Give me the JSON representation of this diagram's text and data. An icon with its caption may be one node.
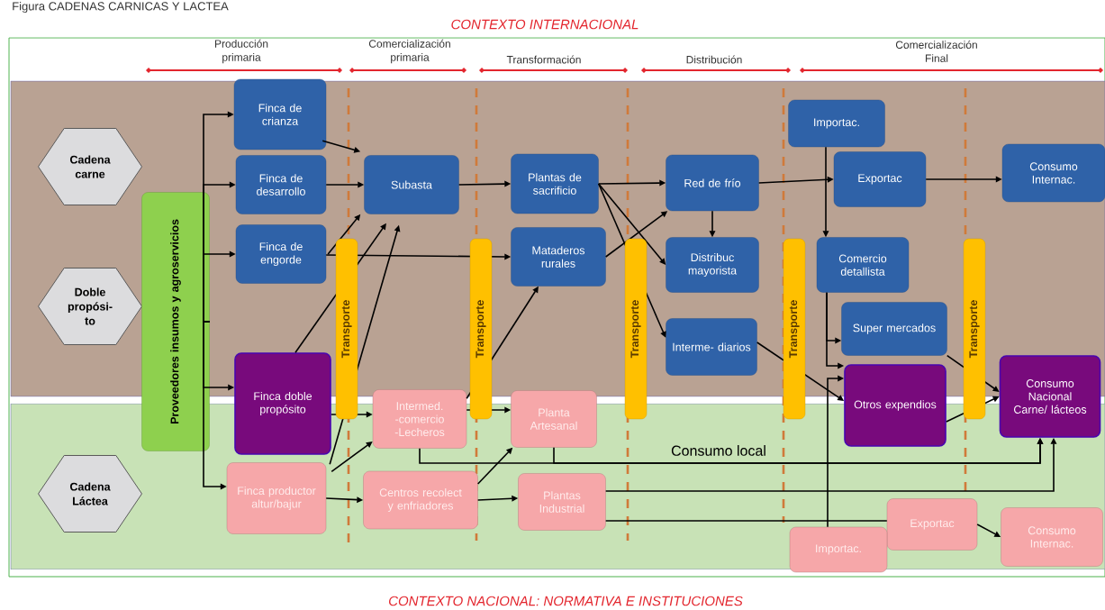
{
  "diagram": {
    "title": "Figura CADENAS CARNICAS Y LACTEA",
    "nodes": [
      {
        "text": [
          "Cadena carne"
        ]
      },
      {
        "text": [
          "Doble propósi- to"
        ]
      },
      {
        "text": [
          "Cadena Láctea"
        ]
      },
      {
        "text": [
          "Proveedores insumos y agroservicios"
        ]
      },
      {
        "text": [
          "Finca de crianza"
        ]
      },
      {
        "text": [
          "Finca de desarrollo"
        ]
      },
      {
        "text": [
          "Finca de engorde"
        ]
      },
      {
        "text": [
          "Finca doble propósito"
        ]
      },
      {
        "text": [
          "Finca productor altur/bajur"
        ]
      },
      {
        "text": [
          "Subasta"
        ]
      },
      {
        "text": [
          "Intermed. -comercio -Lecheros"
        ]
      },
      {
        "text": [
          "Centros recolect y enfriadores"
        ]
      },
      {
        "text": [
          "Plantas de sacrificio"
        ]
      },
      {
        "text": [
          "Mataderos rurales"
        ]
      },
      {
        "text": [
          "Planta Artesanal"
        ]
      },
      {
        "text": [
          "Plantas Industrial"
        ]
      },
      {
        "text": [
          "Red de frío"
        ]
      },
      {
        "text": [
          "Distribuc mayorista"
        ]
      },
      {
        "text": [
          "Interme- diarios"
        ]
      },
      {
        "text": [
          "Importac."
        ]
      },
      {
        "text": [
          "Exportac"
        ]
      },
      {
        "text": [
          "Comercio detallista"
        ]
      },
      {
        "text": [
          "Super mercados"
        ]
      },
      {
        "text": [
          "Otros expendios"
        ]
      },
      {
        "text": [
          "Consumo Internac."
        ]
      },
      {
        "text": [
          "Consumo Nacional Carne/ lácteos"
        ]
      },
      {
        "text": [
          "Exportac"
        ]
      },
      {
        "text": [
          "Consumo Internac."
        ]
      },
      {
        "text": [
          "Importac."
        ]
      }
    ],
    "edges": [
      {
        "from": 3,
        "to": 4,
        "arrow": "to"
      },
      {
        "from": 3,
        "to": 5,
        "arrow": "to"
      },
      {
        "from": 3,
        "to": 6,
        "arrow": "to"
      },
      {
        "from": 3,
        "to": 7,
        "arrow": "to"
      },
      {
        "from": 3,
        "to": 8,
        "arrow": "to"
      },
      {
        "from": 4,
        "to": 9,
        "arrow": "to"
      },
      {
        "from": 5,
        "to": 9,
        "arrow": "to"
      },
      {
        "from": 6,
        "to": 9,
        "arrow": "to"
      },
      {
        "from": 6,
        "to": 13,
        "arrow": "to"
      },
      {
        "from": 7,
        "to": 9,
        "arrow": "to"
      },
      {
        "from": 8,
        "to": 9,
        "arrow": "to"
      },
      {
        "from": 8,
        "to": 10,
        "arrow": "to"
      },
      {
        "from": 8,
        "to": 11,
        "arrow": "to"
      },
      {
        "from": 7,
        "to": 10,
        "arrow": "to"
      },
      {
        "from": 9,
        "to": 12,
        "arrow": "to"
      },
      {
        "from": 10,
        "to": 14,
        "arrow": "to"
      },
      {
        "from": 10,
        "to": 13,
        "arrow": "to"
      },
      {
        "from": 10,
        "to": 25,
        "arrow": "to"
      },
      {
        "from": 14,
        "to": 25,
        "arrow": "to"
      },
      {
        "from": 11,
        "to": 14,
        "arrow": "to"
      },
      {
        "from": 11,
        "to": 15,
        "arrow": "to"
      },
      {
        "from": 15,
        "to": 25,
        "arrow": "to"
      },
      {
        "from": 15,
        "to": 26,
        "arrow": "none"
      },
      {
        "from": 26,
        "to": 27,
        "arrow": "to"
      },
      {
        "from": 28,
        "to": 23,
        "arrow": "to"
      },
      {
        "from": 12,
        "to": 16,
        "arrow": "to"
      },
      {
        "from": 12,
        "to": 17,
        "arrow": "to"
      },
      {
        "from": 12,
        "to": 18,
        "arrow": "to"
      },
      {
        "from": 13,
        "to": 16,
        "arrow": "to"
      },
      {
        "from": 16,
        "to": 17,
        "arrow": "to"
      },
      {
        "from": 16,
        "to": 20,
        "arrow": "to"
      },
      {
        "from": 19,
        "to": 21,
        "arrow": "to"
      },
      {
        "from": 21,
        "to": 22,
        "arrow": "to"
      },
      {
        "from": 21,
        "to": 23,
        "arrow": "to"
      },
      {
        "from": 18,
        "to": 23,
        "arrow": "to"
      },
      {
        "from": 22,
        "to": 25,
        "arrow": "to"
      },
      {
        "from": 23,
        "to": 25,
        "arrow": "to"
      },
      {
        "from": 20,
        "to": 24,
        "arrow": "to"
      }
    ],
    "labels": [
      "CONTEXTO INTERNACIONAL",
      "Producción primaria",
      "Comercialización primaria",
      "Transformación",
      "Distribución",
      "Comercialización Final",
      "Consumo local",
      "CONTEXTO NACIONAL: NORMATIVA E INSTITUCIONES",
      "Transporte",
      "Transporte",
      "Transporte",
      "Transporte",
      "Transporte"
    ]
  }
}
